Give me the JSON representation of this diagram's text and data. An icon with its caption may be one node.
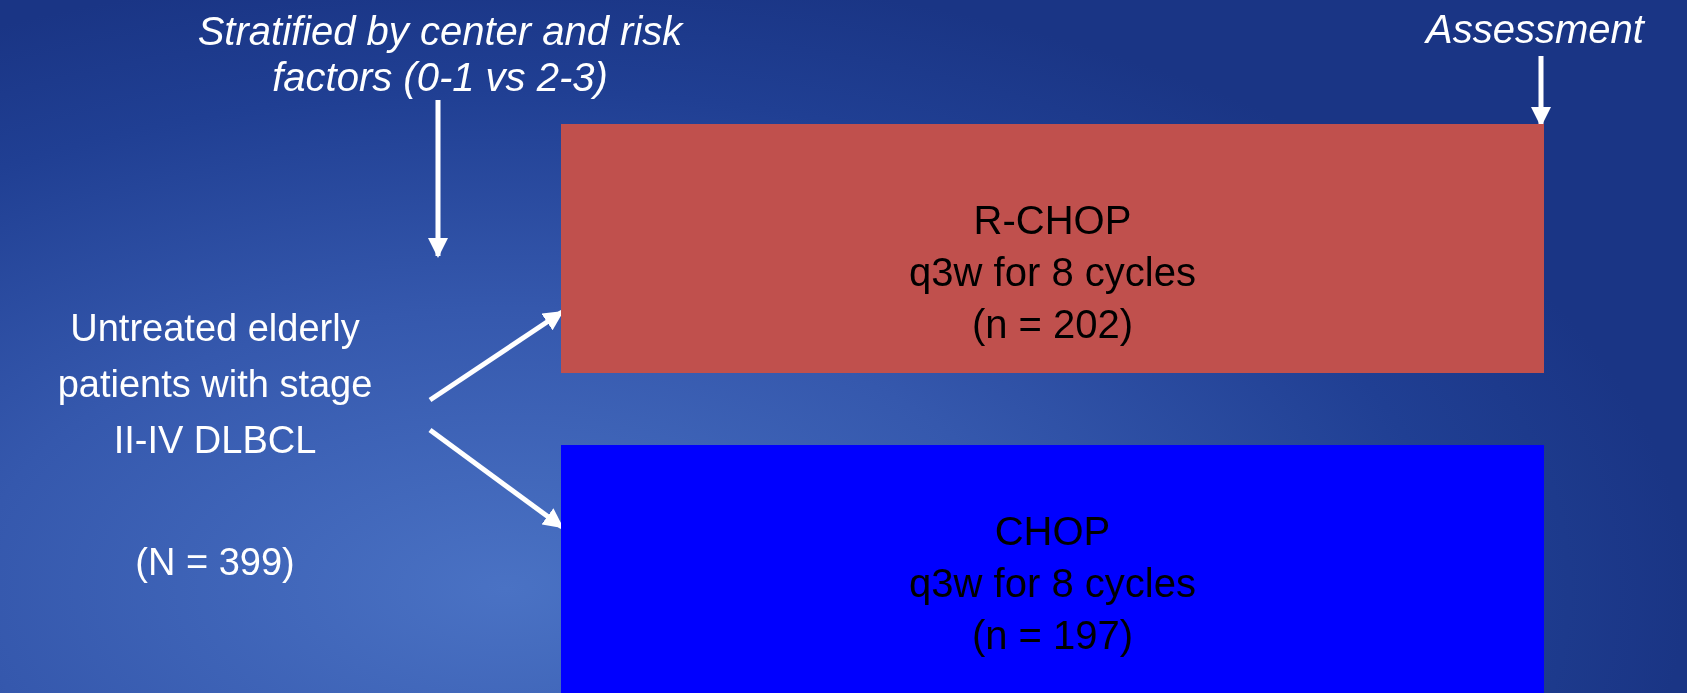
{
  "diagram": {
    "nodes": [
      {
        "text": [
          "Stratified by center and risk factors (0-1 vs 2-3)"
        ]
      },
      {
        "text": [
          "Assessment"
        ]
      },
      {
        "text": [
          "Untreated elderly patients with stage II-IV DLBCL",
          "(N = 399)"
        ]
      },
      {
        "text": [
          "R-CHOP",
          "q3w for 8 cycles",
          "(n = 202)"
        ]
      },
      {
        "text": [
          "CHOP",
          "q3w for 8 cycles",
          "(n = 197)"
        ]
      }
    ],
    "edges": [
      {
        "from": 0,
        "to": null,
        "arrow": "to"
      },
      {
        "from": 1,
        "to": 3,
        "arrow": "to"
      },
      {
        "from": 2,
        "to": 3,
        "arrow": "to"
      },
      {
        "from": 2,
        "to": 4,
        "arrow": "to"
      }
    ]
  }
}
